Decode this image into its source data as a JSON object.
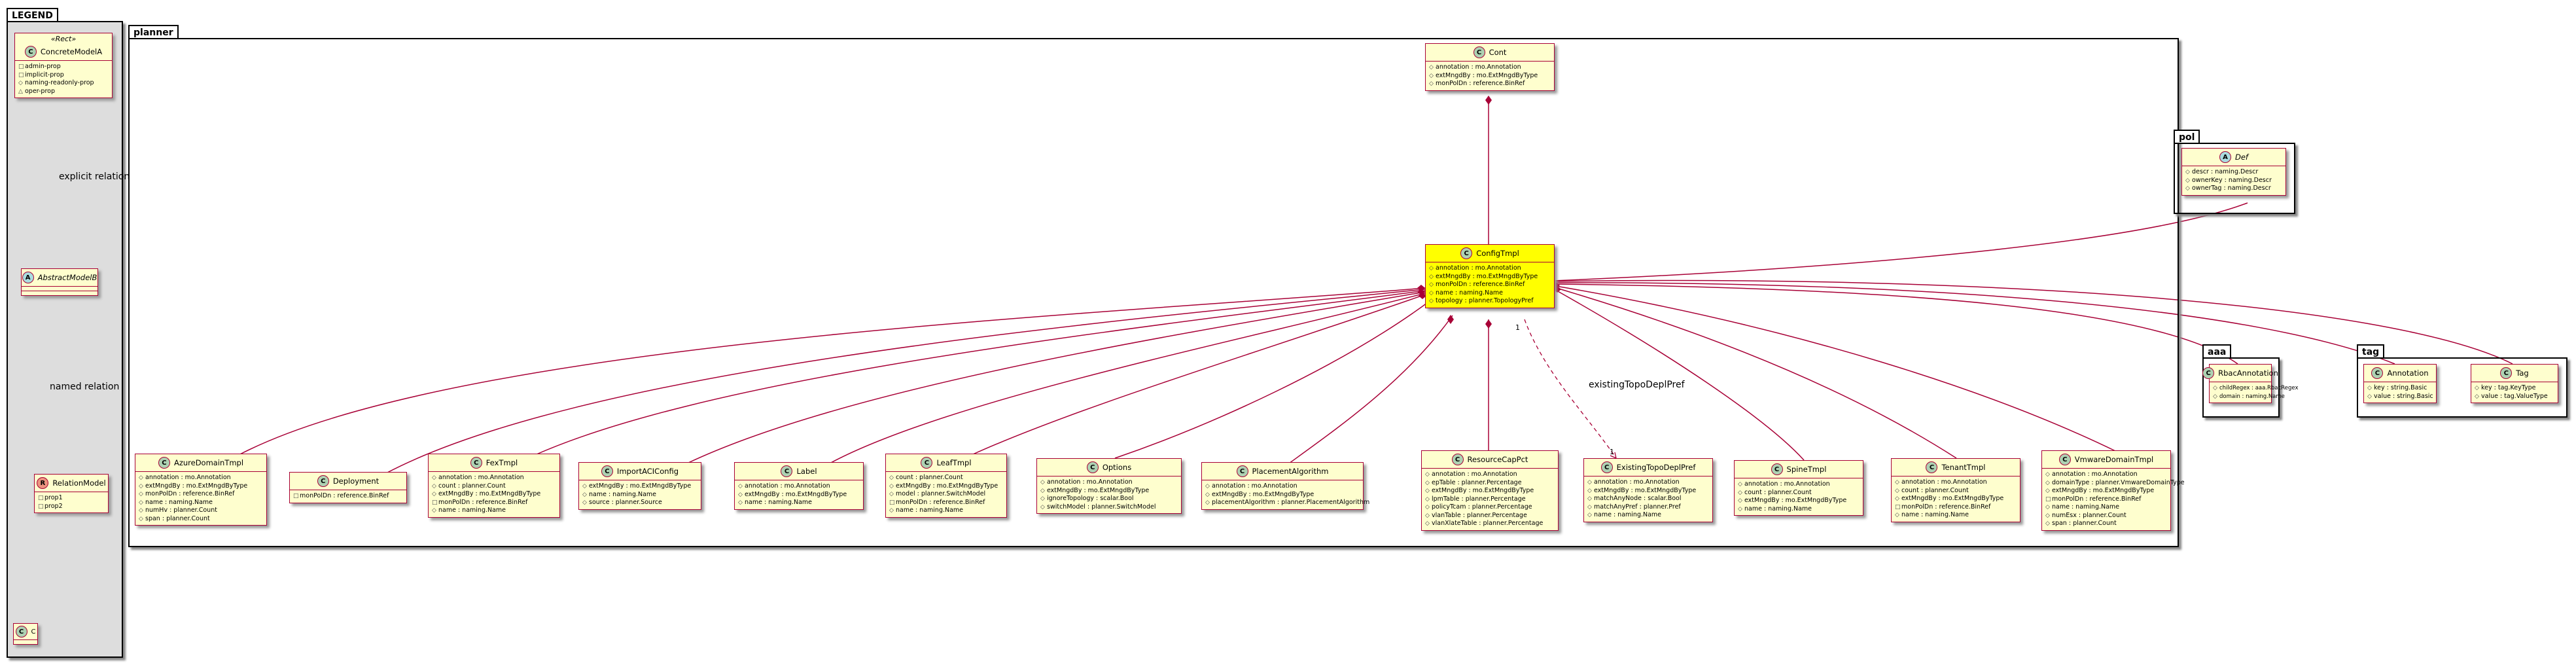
{
  "packages": {
    "legend": "LEGEND",
    "planner": "planner",
    "pol": "pol",
    "aaa": "aaa",
    "tag": "tag"
  },
  "legend": {
    "rect_stereotype": "«Rect»",
    "concrete": {
      "name": "ConcreteModelA",
      "attrs": [
        "admin-prop",
        "implicit-prop",
        "naming-readonly-prop",
        "oper-prop"
      ]
    },
    "abstract": {
      "name": "AbstractModelB"
    },
    "relation": {
      "name": "RelationModel",
      "attrs": [
        "prop1",
        "prop2"
      ]
    },
    "c": {
      "name": "C"
    },
    "explicit_label": "explicit relation",
    "named_label": "named relation"
  },
  "classes": {
    "cont": {
      "name": "Cont",
      "attrs": [
        "annotation : mo.Annotation",
        "extMngdBy : mo.ExtMngdByType",
        "monPolDn : reference.BinRef"
      ]
    },
    "configtmpl": {
      "name": "ConfigTmpl",
      "attrs": [
        "annotation : mo.Annotation",
        "extMngdBy : mo.ExtMngdByType",
        "monPolDn : reference.BinRef",
        "name : naming.Name",
        "topology : planner.TopologyPref"
      ]
    },
    "azure": {
      "name": "AzureDomainTmpl",
      "attrs": [
        "annotation : mo.Annotation",
        "extMngdBy : mo.ExtMngdByType",
        "monPolDn : reference.BinRef",
        "name : naming.Name",
        "numHv : planner.Count",
        "span : planner.Count"
      ]
    },
    "deployment": {
      "name": "Deployment",
      "attrs": [
        "monPolDn : reference.BinRef"
      ]
    },
    "fex": {
      "name": "FexTmpl",
      "attrs": [
        "annotation : mo.Annotation",
        "count : planner.Count",
        "extMngdBy : mo.ExtMngdByType",
        "monPolDn : reference.BinRef",
        "name : naming.Name"
      ]
    },
    "importaci": {
      "name": "ImportACIConfig",
      "attrs": [
        "extMngdBy : mo.ExtMngdByType",
        "name : naming.Name",
        "source : planner.Source"
      ]
    },
    "label": {
      "name": "Label",
      "attrs": [
        "annotation : mo.Annotation",
        "extMngdBy : mo.ExtMngdByType",
        "name : naming.Name"
      ]
    },
    "leaf": {
      "name": "LeafTmpl",
      "attrs": [
        "count : planner.Count",
        "extMngdBy : mo.ExtMngdByType",
        "model : planner.SwitchModel",
        "monPolDn : reference.BinRef",
        "name : naming.Name"
      ]
    },
    "options": {
      "name": "Options",
      "attrs": [
        "annotation : mo.Annotation",
        "extMngdBy : mo.ExtMngdByType",
        "ignoreTopology : scalar.Bool",
        "switchModel : planner.SwitchModel"
      ]
    },
    "placement": {
      "name": "PlacementAlgorithm",
      "attrs": [
        "annotation : mo.Annotation",
        "extMngdBy : mo.ExtMngdByType",
        "placementAlgorithm : planner.PlacementAlgorithm"
      ]
    },
    "rescap": {
      "name": "ResourceCapPct",
      "attrs": [
        "annotation : mo.Annotation",
        "epTable : planner.Percentage",
        "extMngdBy : mo.ExtMngdByType",
        "lpmTable : planner.Percentage",
        "policyTcam : planner.Percentage",
        "vlanTable : planner.Percentage",
        "vlanXlateTable : planner.Percentage"
      ]
    },
    "existing": {
      "name": "ExistingTopoDeplPref",
      "attrs": [
        "annotation : mo.Annotation",
        "extMngdBy : mo.ExtMngdByType",
        "matchAnyNode : scalar.Bool",
        "matchAnyPref : planner.Pref",
        "name : naming.Name"
      ]
    },
    "spine": {
      "name": "SpineTmpl",
      "attrs": [
        "annotation : mo.Annotation",
        "count : planner.Count",
        "extMngdBy : mo.ExtMngdByType",
        "name : naming.Name"
      ]
    },
    "tenant": {
      "name": "TenantTmpl",
      "attrs": [
        "annotation : mo.Annotation",
        "count : planner.Count",
        "extMngdBy : mo.ExtMngdByType",
        "monPolDn : reference.BinRef",
        "name : naming.Name"
      ]
    },
    "vmware": {
      "name": "VmwareDomainTmpl",
      "attrs": [
        "annotation : mo.Annotation",
        "domainType : planner.VmwareDomainType",
        "extMngdBy : mo.ExtMngdByType",
        "monPolDn : reference.BinRef",
        "name : naming.Name",
        "numEsx : planner.Count",
        "span : planner.Count"
      ]
    },
    "def": {
      "name": "Def",
      "attrs": [
        "descr : naming.Descr",
        "ownerKey : naming.Descr",
        "ownerTag : naming.Descr"
      ]
    },
    "rbac": {
      "name": "RbacAnnotation",
      "attrs": [
        "childRegex : aaa.RbacRegex",
        "domain : naming.Name"
      ]
    },
    "annotation": {
      "name": "Annotation",
      "attrs": [
        "key : string.Basic",
        "value : string.Basic"
      ]
    },
    "tagcls": {
      "name": "Tag",
      "attrs": [
        "key : tag.KeyType",
        "value : tag.ValueType"
      ]
    }
  },
  "edge_labels": {
    "existing_rel": "existingTopoDeplPref",
    "mult_1_src": "1",
    "mult_1_dst": "1"
  },
  "colors": {
    "class_bg": "#fefece",
    "class_border": "#a80036",
    "highlight_bg": "#ffff00",
    "edge": "#a80036",
    "legend_bg": "#dddddd"
  }
}
